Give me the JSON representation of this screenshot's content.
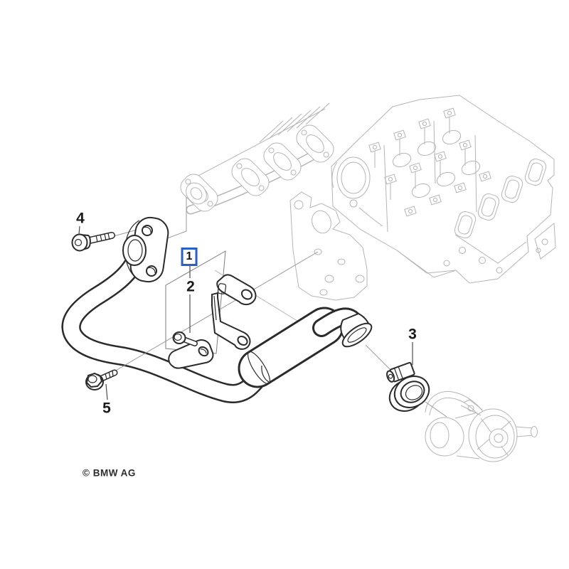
{
  "diagram": {
    "type": "bmw-parts-diagram",
    "subject": "EGR exhaust pipe assembly with brackets, clamp and bolts",
    "copyright": "© BMW AG",
    "callouts": [
      {
        "id": "1",
        "label": "1",
        "boxed": true,
        "part": "pipe-bracket-assembly"
      },
      {
        "id": "2",
        "label": "2",
        "boxed": false,
        "part": "small-bolt"
      },
      {
        "id": "3",
        "label": "3",
        "boxed": false,
        "part": "hose-clamp"
      },
      {
        "id": "4",
        "label": "4",
        "boxed": false,
        "part": "socket-head-bolt"
      },
      {
        "id": "5",
        "label": "5",
        "boxed": false,
        "part": "hex-flange-bolt"
      }
    ],
    "colors": {
      "callout_box": "#2a5fc4",
      "foreground_line": "#2b2b2b",
      "background_line": "#b5b5b5",
      "leader_line": "#4d4d4d",
      "background": "#ffffff"
    }
  }
}
